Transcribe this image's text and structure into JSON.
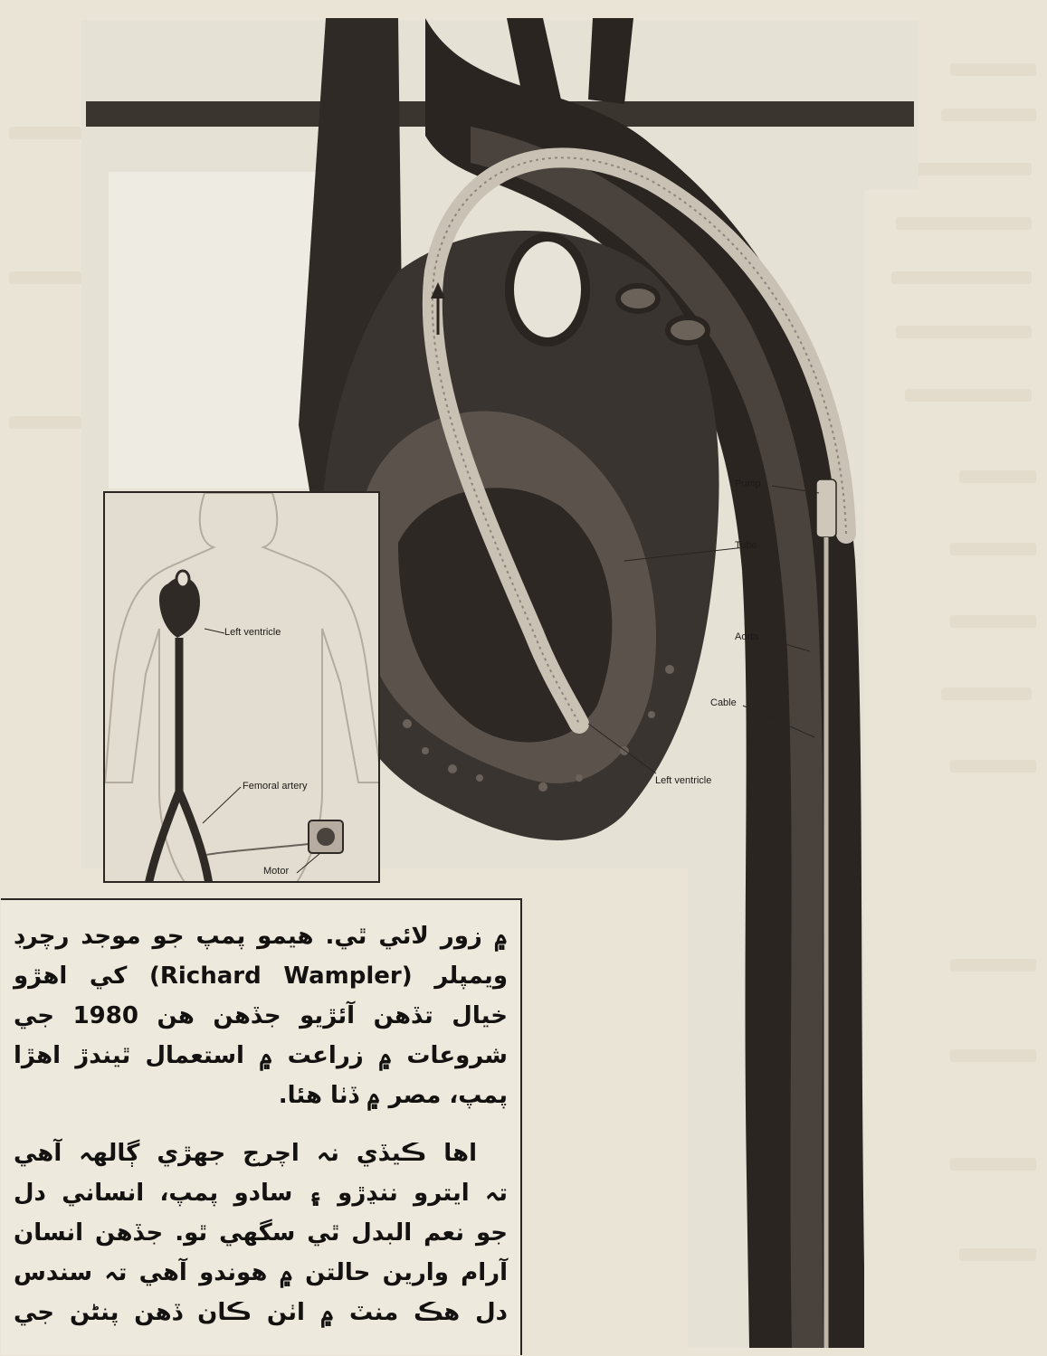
{
  "figure": {
    "labels": {
      "pump": "Pump",
      "tube": "Tube",
      "aorta": "Aorta",
      "cable": "Cable",
      "left_ventricle_main": "Left ventricle",
      "left_ventricle_inset": "Left ventricle",
      "femoral_artery": "Femoral artery",
      "motor": "Motor"
    }
  },
  "caption": {
    "paragraph1": [
      "۾ زور لائي ٿي. هيمو پمپ جو موجد رچرڊ",
      "ويمپلر (Richard Wampler) کي اهڙو",
      "خيال تڏهن آئڙيو جڏهن هن 1980 جي",
      "شروعات ۾ زراعت ۾ استعمال ٿيندڙ اهڙا",
      "پمپ، مصر ۾ ڏٺا هئا."
    ],
    "paragraph2": [
      "اها ڪيڏي نہ اچرج جهڙي ڳالهہ آهي",
      "تہ ايترو ننڍڙو ۽ سادو پمپ، انساني دل",
      "جو نعم البدل ٿي سگهي ٿو. جڏهن انسان",
      "آرام وارين حالتن ۾ هوندو آهي تہ سندس",
      "دل هڪ منٽ ۾ اٺن ڪان ڏهن پنڻن جي"
    ]
  }
}
